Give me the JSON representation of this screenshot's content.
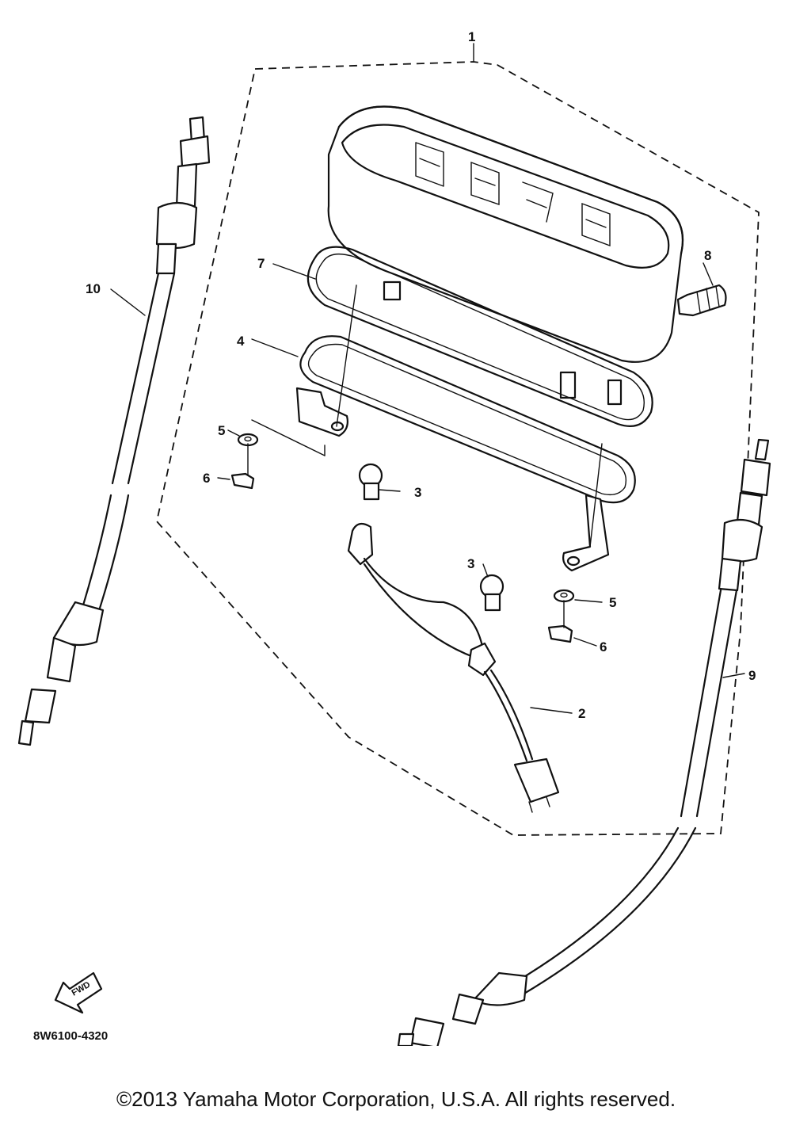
{
  "diagram": {
    "figure_number": "8W6100-4320",
    "copyright": "©2013 Yamaha Motor Corporation, U.S.A. All rights reserved.",
    "fwd_label": "FWD",
    "callouts": [
      {
        "id": "c1",
        "label": "1"
      },
      {
        "id": "c2",
        "label": "2"
      },
      {
        "id": "c3a",
        "label": "3"
      },
      {
        "id": "c3b",
        "label": "3"
      },
      {
        "id": "c4",
        "label": "4"
      },
      {
        "id": "c5a",
        "label": "5"
      },
      {
        "id": "c5b",
        "label": "5"
      },
      {
        "id": "c6a",
        "label": "6"
      },
      {
        "id": "c6b",
        "label": "6"
      },
      {
        "id": "c7",
        "label": "7"
      },
      {
        "id": "c8",
        "label": "8"
      },
      {
        "id": "c9",
        "label": "9"
      },
      {
        "id": "c10",
        "label": "10"
      }
    ]
  }
}
